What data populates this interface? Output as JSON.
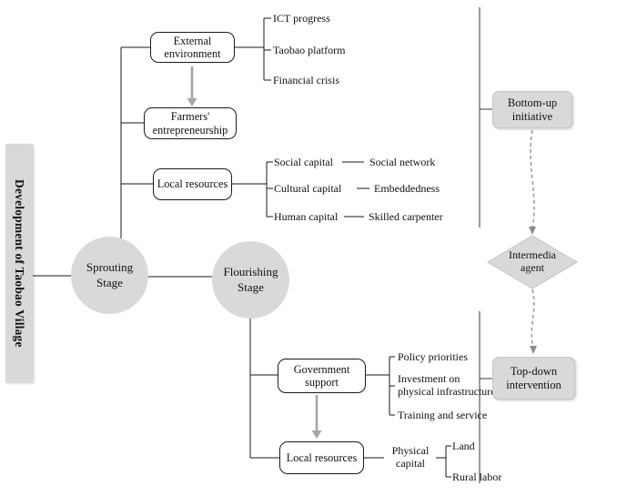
{
  "title": "Development of Taobao Village",
  "stages": {
    "sprouting": "Sprouting Stage",
    "flourishing": "Flourishing Stage"
  },
  "sprouting": {
    "external_environment": "External environment",
    "external_factors": [
      "ICT progress",
      "Taobao platform",
      "Financial crisis"
    ],
    "farmers_entrepreneurship": "Farmers' entrepreneurship",
    "local_resources": "Local resources",
    "capitals": [
      {
        "type": "Social capital",
        "detail": "Social network"
      },
      {
        "type": "Cultural capital",
        "detail": "Embeddedness"
      },
      {
        "type": "Human capital",
        "detail": "Skilled carpenter"
      }
    ]
  },
  "flourishing": {
    "government_support": "Government support",
    "government_factors": [
      "Policy priorities",
      "Investment on\nphysical infrastructures",
      "Training and service"
    ],
    "local_resources": "Local resources",
    "physical_capital": "Physical capital",
    "physical_details": [
      "Land",
      "Rural labor"
    ]
  },
  "right_panel": {
    "bottom_up_initiative": "Bottom-up initiative",
    "intermedia_agent": "Intermedia agent",
    "top_down_intervention": "Top-down intervention"
  },
  "colors": {
    "gray_fill": "#d9d9d9",
    "arrow_gray": "#a6a6a6",
    "dashed_gray": "#8c8c8c",
    "line_black": "#1a1a1a"
  }
}
